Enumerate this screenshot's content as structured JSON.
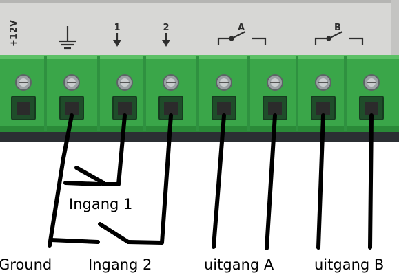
{
  "colors": {
    "housing": "#d9d9d7",
    "terminal_green": "#3fa84c",
    "terminal_dark": "#237a34",
    "wire": "#000000",
    "background": "#ffffff"
  },
  "board": {
    "power_label": "+12V",
    "input_1_number": "1",
    "input_2_number": "2",
    "output_a_letter": "A",
    "output_b_letter": "B",
    "icons": [
      "ground-symbol-icon",
      "input-arrow-icon",
      "relay-contact-icon"
    ]
  },
  "captions": {
    "ingang_1": "Ingang 1",
    "ground": "Ground",
    "ingang_2": "Ingang 2",
    "uitgang_a": "uitgang A",
    "uitgang_b": "uitgang B"
  }
}
